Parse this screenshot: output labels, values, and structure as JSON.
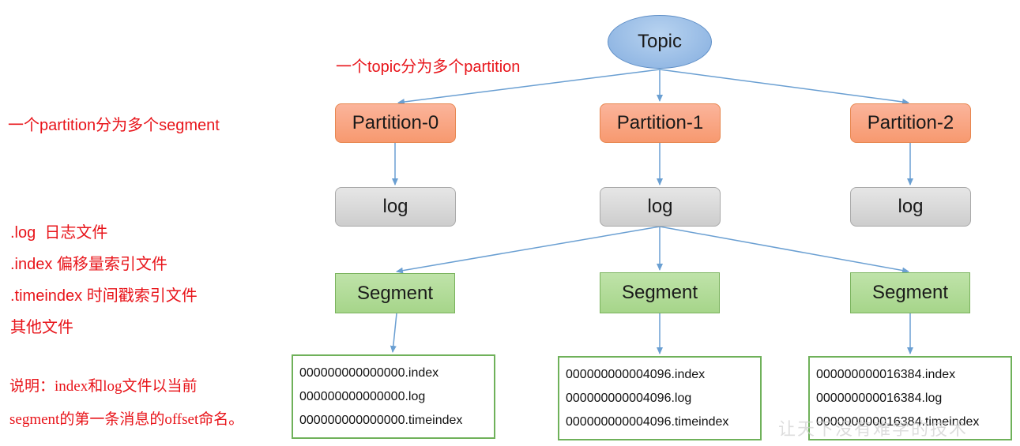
{
  "topic": "Topic",
  "annotations": {
    "topic_split": "一个topic分为多个partition",
    "partition_split": "一个partition分为多个segment",
    "file_types": [
      ".log  日志文件",
      ".index 偏移量索引文件",
      ".timeindex 时间戳索引文件",
      "其他文件"
    ],
    "note": [
      "说明：index和log文件以当前",
      "segment的第一条消息的offset命名。"
    ]
  },
  "columns": [
    {
      "partition": "Partition-0",
      "log": "log",
      "segment": "Segment",
      "files": [
        "000000000000000.index",
        "000000000000000.log",
        "000000000000000.timeindex"
      ]
    },
    {
      "partition": "Partition-1",
      "log": "log",
      "segment": "Segment",
      "files": [
        "000000000004096.index",
        "000000000004096.log",
        "000000000004096.timeindex"
      ]
    },
    {
      "partition": "Partition-2",
      "log": "log",
      "segment": "Segment",
      "files": [
        "000000000016384.index",
        "000000000016384.log",
        "000000000016384.timeindex"
      ]
    }
  ],
  "watermark": "让天下没有难学的技术",
  "colors": {
    "annotation": "#e8141a",
    "arrow": "#6a9fd2",
    "partition_fill": "#f7996f",
    "log_fill": "#cdcdcd",
    "segment_fill": "#a6d58a",
    "topic_fill": "#85aedf",
    "files_border": "#6fb15a"
  }
}
